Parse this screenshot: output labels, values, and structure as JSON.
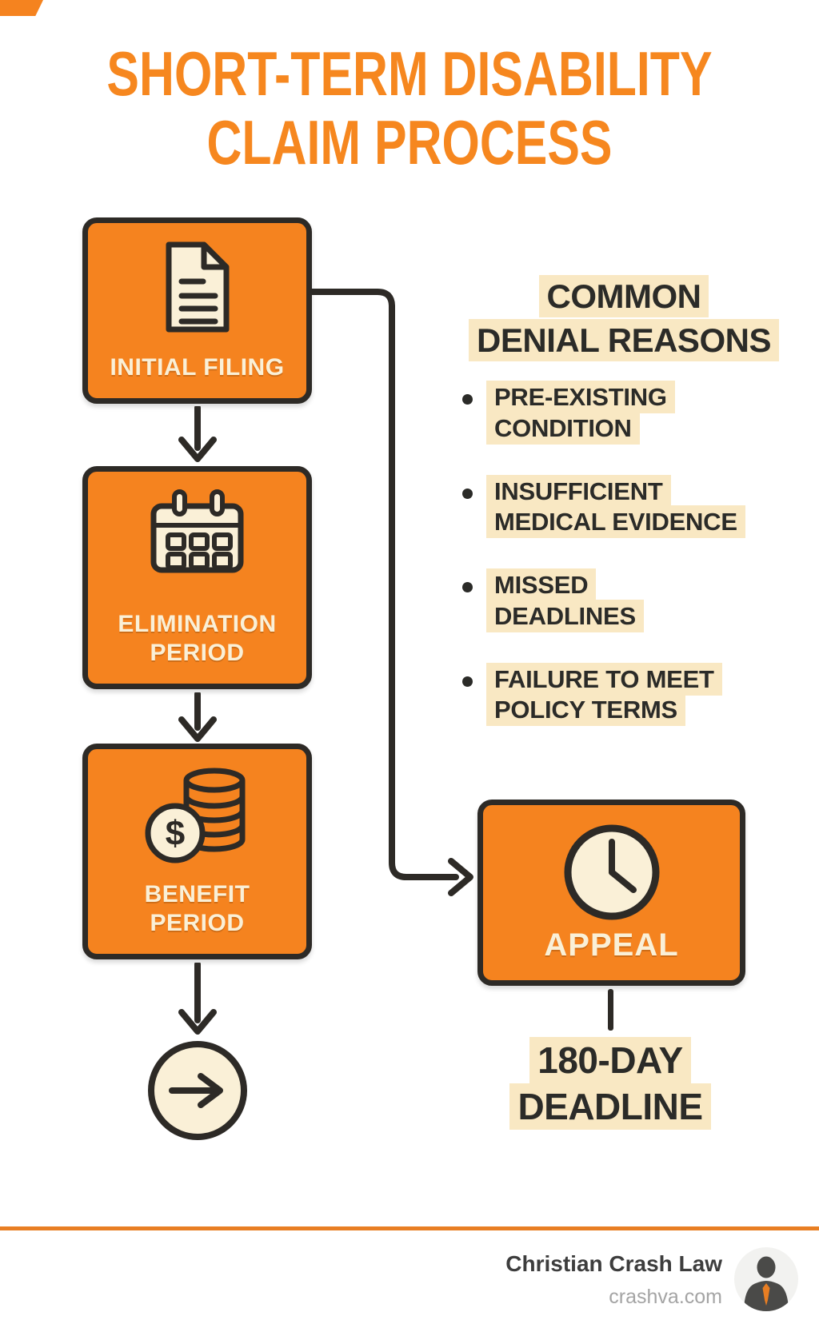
{
  "title": "SHORT-TERM DISABILITY\nCLAIM PROCESS",
  "flow": {
    "steps": [
      {
        "label": "INITIAL FILING",
        "icon": "document-icon"
      },
      {
        "label": "ELIMINATION\nPERIOD",
        "icon": "calendar-icon"
      },
      {
        "label": "BENEFIT\nPERIOD",
        "icon": "money-coins-icon"
      }
    ],
    "terminal_icon": "arrow-right-circle-icon"
  },
  "denial_reasons": {
    "heading": "COMMON\nDENIAL REASONS",
    "items": [
      "PRE-EXISTING\nCONDITION",
      "INSUFFICIENT\nMEDICAL EVIDENCE",
      "MISSED\nDEADLINES",
      "FAILURE TO MEET\nPOLICY TERMS"
    ]
  },
  "appeal": {
    "label": "APPEAL",
    "icon": "clock-icon",
    "deadline": "180-DAY\nDEADLINE"
  },
  "footer": {
    "brand": "Christian Crash Law",
    "website": "crashva.com"
  },
  "colors": {
    "orange": "#F5831F",
    "dark_outline": "#2D2A26",
    "cream": "#FAF0D7",
    "highlight": "#F9E8C3",
    "footer_rule_orange": "#E87E23"
  }
}
